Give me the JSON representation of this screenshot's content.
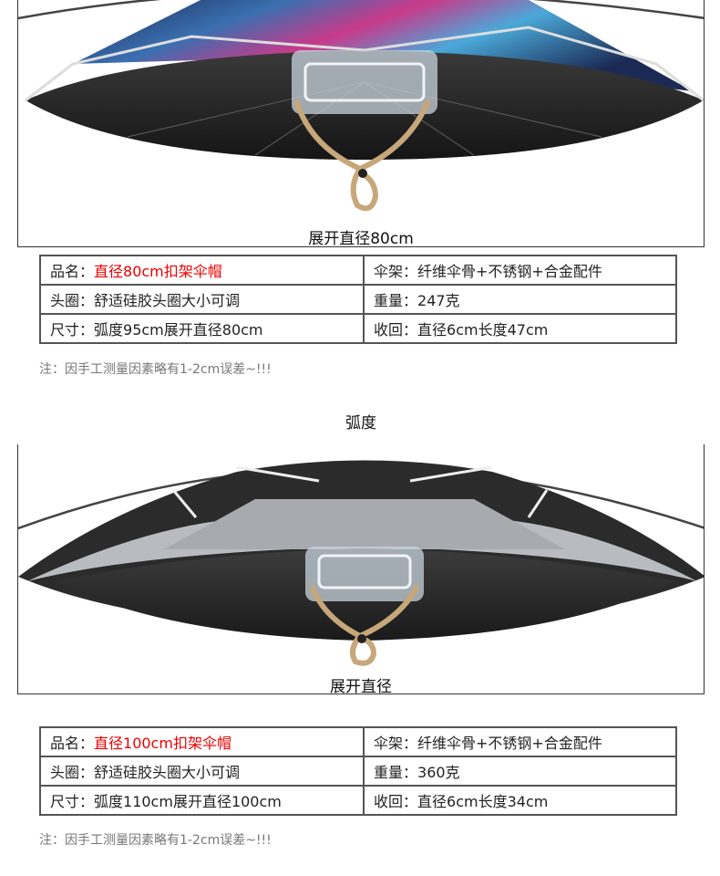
{
  "section1": {
    "caption": "展开直径80cm",
    "rows": [
      [
        {
          "label": "品名：",
          "value": "直径80cm扣架伞帽",
          "highlight": true
        },
        {
          "label": "伞架：",
          "value": "纤维伞骨+不锈钢+合金配件"
        }
      ],
      [
        {
          "label": "头圈：",
          "value": "舒适硅胶头圈大小可调"
        },
        {
          "label": "重量：",
          "value": "247克"
        }
      ],
      [
        {
          "label": "尺寸：",
          "value": "弧度95cm展开直径80cm"
        },
        {
          "label": "收回：",
          "value": "直径6cm长度47cm"
        }
      ]
    ],
    "note": "注：因手工测量因素略有1-2cm误差~!!!"
  },
  "section2": {
    "arc_label": "弧度",
    "caption": "展开直径",
    "rows": [
      [
        {
          "label": "品名：",
          "value": "直径100cm扣架伞帽",
          "highlight": true
        },
        {
          "label": "伞架：",
          "value": "纤维伞骨+不锈钢+合金配件"
        }
      ],
      [
        {
          "label": "头圈：",
          "value": "舒适硅胶头圈大小可调"
        },
        {
          "label": "重量：",
          "value": "360克"
        }
      ],
      [
        {
          "label": "尺寸：",
          "value": "弧度110cm展开直径100cm"
        },
        {
          "label": "收回：",
          "value": "直径6cm长度34cm"
        }
      ]
    ],
    "note": "注：因手工测量因素略有1-2cm误差~!!!"
  },
  "colors": {
    "highlight": "#e00000",
    "border": "#555555",
    "note": "#777777"
  }
}
